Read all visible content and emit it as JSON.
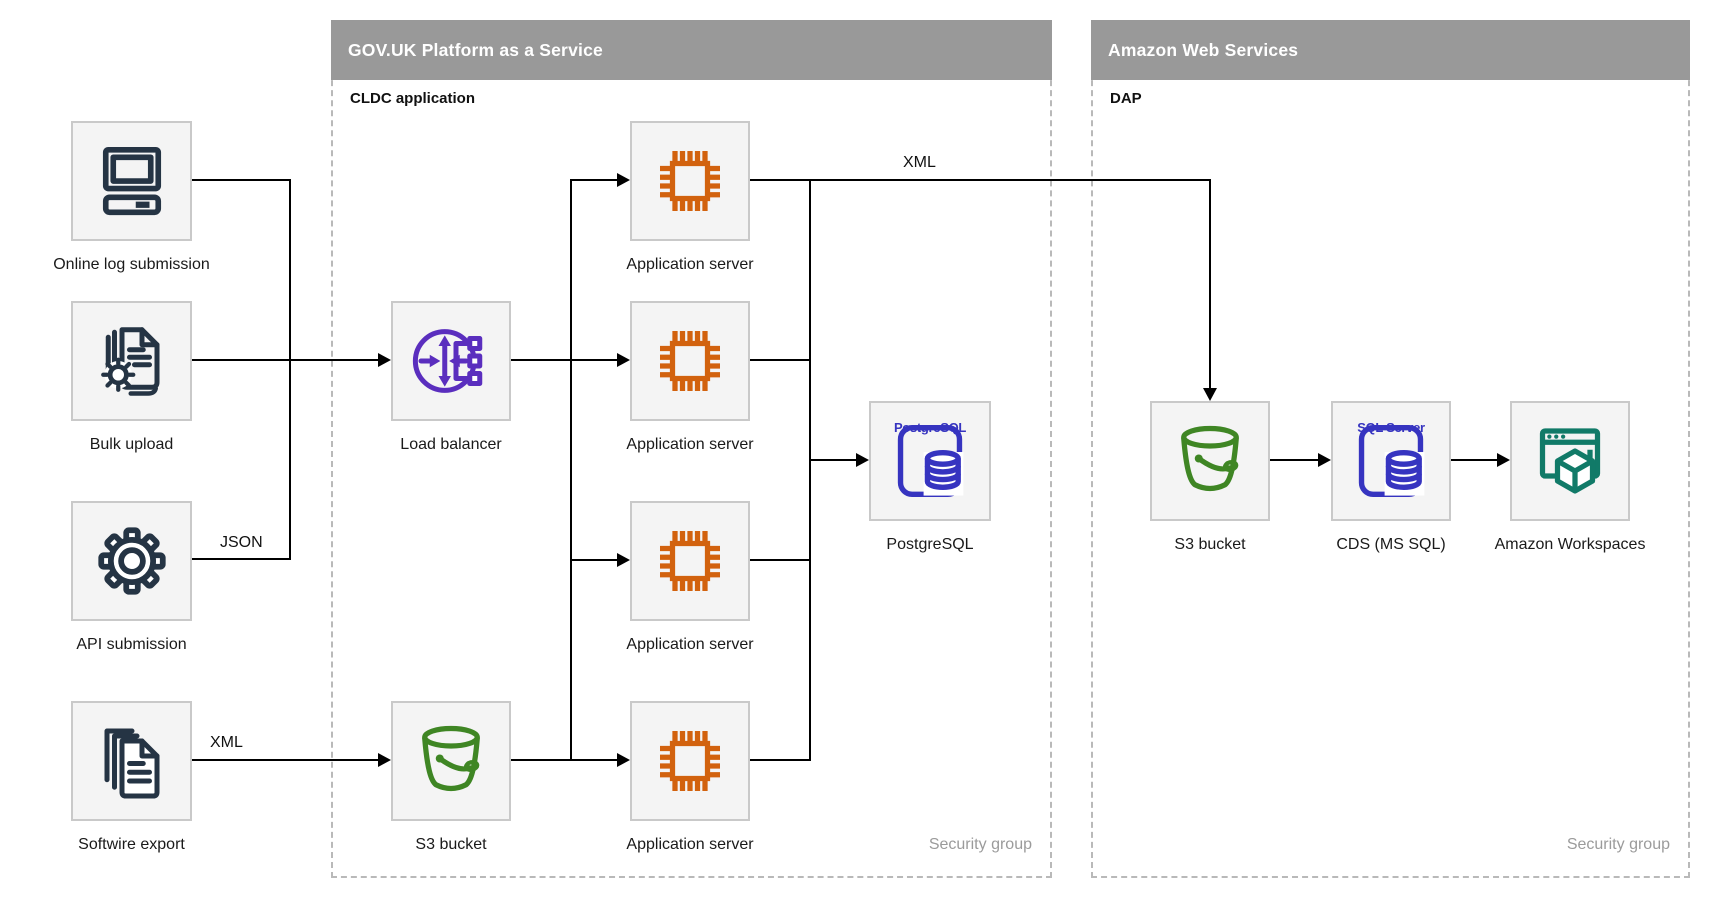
{
  "colors": {
    "bar": "#999999",
    "bar-text": "#ffffff",
    "dash": "#b9b9b9",
    "box-fill": "#f4f4f4",
    "box-border": "#c9c9c9",
    "label": "#1a1a1a",
    "muted": "#9b9b9b",
    "line": "#000000",
    "navy": "#253444",
    "orange": "#d2620e",
    "purple": "#5a2ebe",
    "green": "#3f8624",
    "blue": "#3634c0",
    "teal": "#117a68"
  },
  "sections": {
    "govuk": {
      "title": "GOV.UK Platform as a Service",
      "sublabel": "CLDC application",
      "security": "Security group"
    },
    "aws": {
      "title": "Amazon Web Services",
      "sublabel": "DAP",
      "security": "Security group"
    }
  },
  "nodes": {
    "online_log": {
      "label": "Online log submission"
    },
    "bulk_upload": {
      "label": "Bulk upload"
    },
    "api_submission": {
      "label": "API submission"
    },
    "softwire_export": {
      "label": "Softwire export"
    },
    "load_balancer": {
      "label": "Load balancer"
    },
    "s3_gov": {
      "label": "S3 bucket"
    },
    "app1": {
      "label": "Application server"
    },
    "app2": {
      "label": "Application server"
    },
    "app3": {
      "label": "Application server"
    },
    "app4": {
      "label": "Application server"
    },
    "postgresql": {
      "label": "PostgreSQL",
      "icon_text": "PostgreSQL"
    },
    "s3_aws": {
      "label": "S3 bucket"
    },
    "cds": {
      "label": "CDS (MS SQL)",
      "icon_text": "SQL Server"
    },
    "workspaces": {
      "label": "Amazon Workspaces"
    }
  },
  "edge_labels": {
    "json": "JSON",
    "xml_to_s3": "XML",
    "xml_to_aws": "XML"
  }
}
